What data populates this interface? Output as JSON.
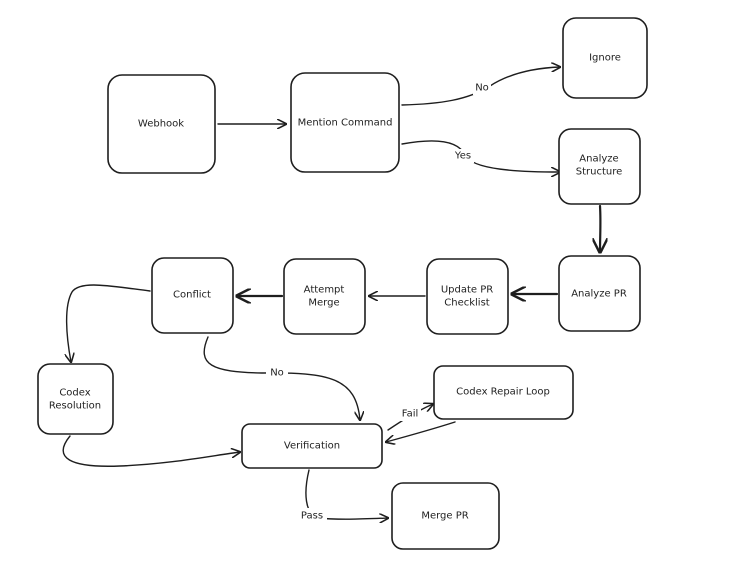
{
  "nodes": {
    "webhook": "Webhook",
    "mention_command": "Mention Command",
    "ignore": "Ignore",
    "analyze_structure_1": "Analyze",
    "analyze_structure_2": "Structure",
    "analyze_pr": "Analyze PR",
    "update_pr_checklist_1": "Update PR",
    "update_pr_checklist_2": "Checklist",
    "attempt_merge_1": "Attempt",
    "attempt_merge_2": "Merge",
    "conflict": "Conflict",
    "codex_resolution_1": "Codex",
    "codex_resolution_2": "Resolution",
    "verification": "Verification",
    "codex_repair_loop": "Codex Repair Loop",
    "merge_pr": "Merge PR"
  },
  "edges": {
    "no_ignore": "No",
    "yes_analyze": "Yes",
    "no_conflict": "No",
    "fail": "Fail",
    "pass": "Pass"
  }
}
